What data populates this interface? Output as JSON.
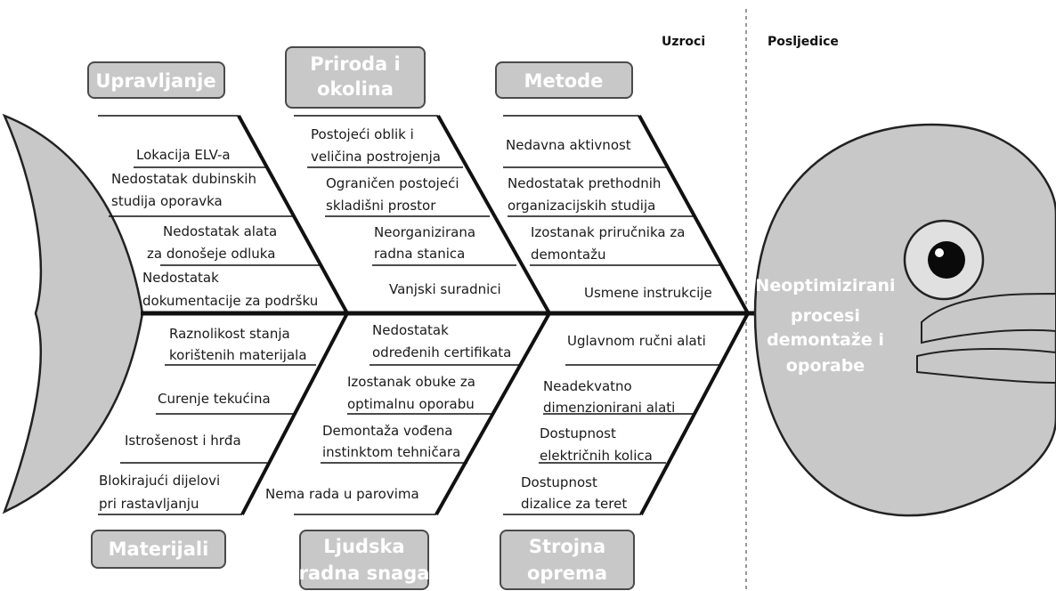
{
  "headers": {
    "causes": "Uzroci",
    "effects": "Posljedice"
  },
  "effect": [
    "Neoptimizirani",
    "procesi",
    "demontaže i",
    "oporabe"
  ],
  "categories": {
    "upravljanje": "Upravljanje",
    "priroda": [
      "Priroda i",
      "okolina"
    ],
    "metode": "Metode",
    "materijali": "Materijali",
    "ljudska": [
      "Ljudska",
      "radna snaga"
    ],
    "strojna": [
      "Strojna",
      "oprema"
    ]
  },
  "causes": {
    "upravljanje": [
      [
        "Lokacija ELV-a"
      ],
      [
        "Nedostatak dubinskih",
        "studija oporavka"
      ],
      [
        "Nedostatak alata",
        "za donošeje odluka"
      ],
      [
        "Nedostatak",
        "dokumentacije za podršku"
      ]
    ],
    "priroda": [
      [
        "Postojeći oblik i",
        "veličina postrojenja"
      ],
      [
        "Ograničen postojeći",
        "skladišni prostor"
      ],
      [
        "Neorganizirana",
        "radna stanica"
      ],
      [
        "Vanjski suradnici"
      ]
    ],
    "metode": [
      [
        "Nedavna aktivnost"
      ],
      [
        "Nedostatak prethodnih",
        "organizacijskih studija"
      ],
      [
        "Izostanak priručnika za",
        "demontažu"
      ],
      [
        "Usmene instrukcije"
      ]
    ],
    "materijali": [
      [
        "Raznolikost stanja",
        "korištenih materijala"
      ],
      [
        "Curenje tekućina"
      ],
      [
        "Istrošenost i hrđa"
      ],
      [
        "Blokirajući dijelovi",
        "pri rastavljanju"
      ]
    ],
    "ljudska": [
      [
        "Nedostatak",
        "određenih certifikata"
      ],
      [
        "Izostanak obuke za",
        "optimalnu oporabu"
      ],
      [
        "Demontaža vođena",
        "instinktom tehničara"
      ],
      [
        "Nema rada u parovima"
      ]
    ],
    "strojna": [
      [
        "Uglavnom ručni alati"
      ],
      [
        "Neadekvatno",
        "dimenzionirani alati"
      ],
      [
        "Dostupnost",
        "električnih kolica"
      ],
      [
        "Dostupnost",
        "dizalice za teret"
      ]
    ]
  }
}
